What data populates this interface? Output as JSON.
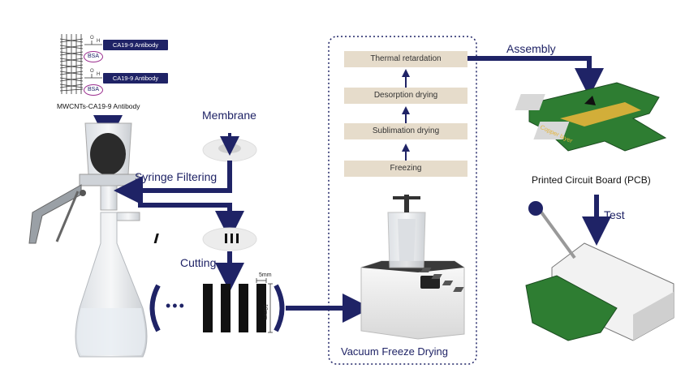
{
  "antibody": {
    "tag1": "CA19-9 Antibody",
    "tag2": "CA19-9 Antibody",
    "bsa1": "BSA",
    "bsa2": "BSA",
    "caption": "MWCNTs-CA19-9 Antibody"
  },
  "labels": {
    "membrane": "Membrane",
    "syringe_filtering": "Syringe Filtering",
    "cutting": "Cutting",
    "assembly": "Assembly",
    "pcb": "Printed Circuit Board (PCB)",
    "test": "Test",
    "vacuum": "Vacuum Freeze Drying",
    "copper_layer": "Copper layer",
    "dim_width": "5mm",
    "dim_height": "18mm",
    "ellipsis": "•••"
  },
  "steps": [
    "Thermal retardation",
    "Desorption drying",
    "Sublimation drying",
    "Freezing"
  ],
  "colors": {
    "arrow": "#1f2366",
    "step_bg": "#e6dccb",
    "pcb_green": "#2e7d32",
    "bsa_outline": "#9b2e8f"
  }
}
